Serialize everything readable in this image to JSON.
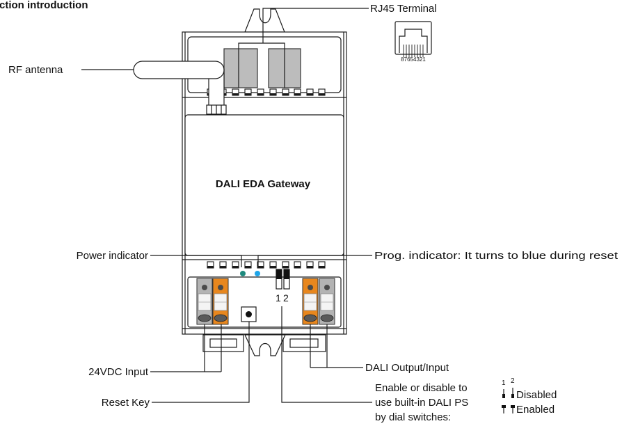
{
  "title": "ction introduction",
  "device": {
    "name": "DALI EDA Gateway",
    "dip_numbers": [
      "1",
      "2"
    ]
  },
  "rj45_icon": {
    "pin_numbers": "87654321"
  },
  "callouts": {
    "rj45_terminal": "RJ45 Terminal",
    "rf_antenna": "RF antenna",
    "power_indicator": "Power indicator",
    "prog_indicator": "Prog. indicator: It turns to blue during reset",
    "input_24vdc": "24VDC Input",
    "dali_output_input": "DALI Output/Input",
    "reset_key": "Reset Key",
    "dip_switch_description": [
      "Enable or disable to",
      "use built-in DALI PS",
      "by dial switches:"
    ]
  },
  "switch_legend": {
    "numbers": [
      "1",
      "2"
    ],
    "disabled": "Disabled",
    "enabled": "Enabled"
  },
  "colors": {
    "terminal_orange": "#e8871e",
    "terminal_gray": "#b3b3b3",
    "rj45_connector_gray": "#bcbcbc",
    "power_led": "#1f8a7e",
    "prog_led": "#1ea5e9"
  }
}
